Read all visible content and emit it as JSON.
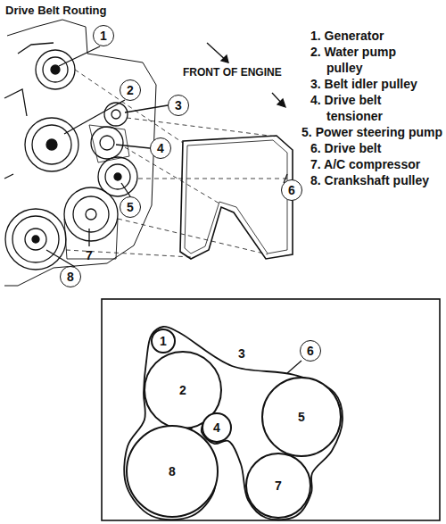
{
  "diagram": {
    "title": "Drive Belt Routing",
    "nodes": [
      {
        "text": [
          "1"
        ]
      },
      {
        "text": [
          "2"
        ]
      },
      {
        "text": [
          "3"
        ]
      },
      {
        "text": [
          "4"
        ]
      },
      {
        "text": [
          "6"
        ]
      },
      {
        "text": [
          "5"
        ]
      },
      {
        "text": [
          "8"
        ]
      },
      {
        "text": [
          "1"
        ]
      },
      {
        "text": [
          "2"
        ]
      },
      {
        "text": [
          "6"
        ]
      },
      {
        "text": [
          "4"
        ]
      },
      {
        "text": [
          "5"
        ]
      },
      {
        "text": [
          "8"
        ]
      },
      {
        "text": [
          "7"
        ]
      }
    ],
    "labels": [
      "FRONT OF ENGINE",
      "1. Generator",
      "2. Water pump pulley",
      "3. Belt idler pulley",
      "4. Drive belt tensioner",
      "5. Power steering pump",
      "6. Drive belt",
      "7. A/C compressor",
      "8. Crankshaft pulley",
      "7",
      "3"
    ]
  }
}
